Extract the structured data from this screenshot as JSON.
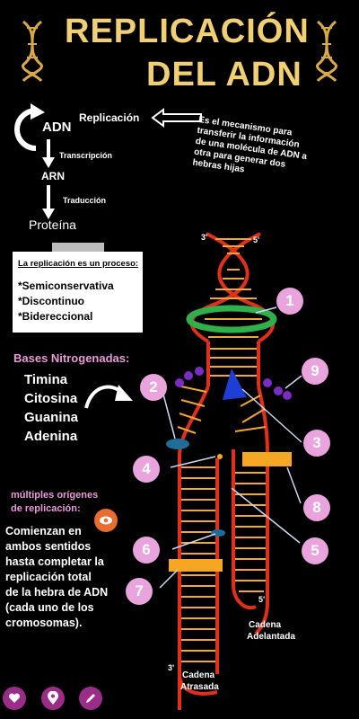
{
  "title": {
    "line1": "REPLICACIÓN",
    "line2": "DEL ADN"
  },
  "dogma": {
    "adn": "ADN",
    "replicacion": "Replicación",
    "transcripcion": "Transcripción",
    "arn": "ARN",
    "traduccion": "Traducción",
    "proteina": "Proteína"
  },
  "definition": "Es el mecanismo para transferir la información de una molécula de ADN a otra para generar dos hebras hijas",
  "process_card": {
    "heading": "La replicación es un proceso:",
    "items": [
      "*Semiconservativa",
      "*Discontinuo",
      "*Bidereccional"
    ]
  },
  "bases": {
    "heading": "Bases Nitrogenadas:",
    "list": [
      "Timina",
      "Citosina",
      "Guanina",
      "Adenina"
    ]
  },
  "origins": {
    "heading_line1": "múltiples orígenes",
    "heading_line2": "de replicación:",
    "body": [
      "Comienzan en",
      "ambos sentidos",
      "hasta completar la",
      "replicación total",
      "de la hebra de ADN",
      "(cada uno de los",
      "cromosomas)."
    ]
  },
  "strands": {
    "leading_line1": "Cadena",
    "leading_line2": "Adelantada",
    "lagging_line1": "Cadena",
    "lagging_line2": "Atrasada",
    "end3_top": "3'",
    "end5_top": "5'",
    "end5_bottom": "5'",
    "end3_bottom": "3'"
  },
  "callouts": [
    "1",
    "2",
    "3",
    "4",
    "5",
    "6",
    "7",
    "8",
    "9"
  ],
  "colors": {
    "title": "#f1cf73",
    "bases_heading": "#e89ad6",
    "origins_heading": "#e89ad6",
    "callout": "#e9a4dd",
    "strand": "#e0301c"
  },
  "icons": [
    "dna-icon",
    "cycle-arrow-icon",
    "hollow-left-arrow-icon",
    "curved-arrow-icon",
    "eye-icon",
    "heart-icon",
    "pin-icon",
    "pencil-icon"
  ]
}
